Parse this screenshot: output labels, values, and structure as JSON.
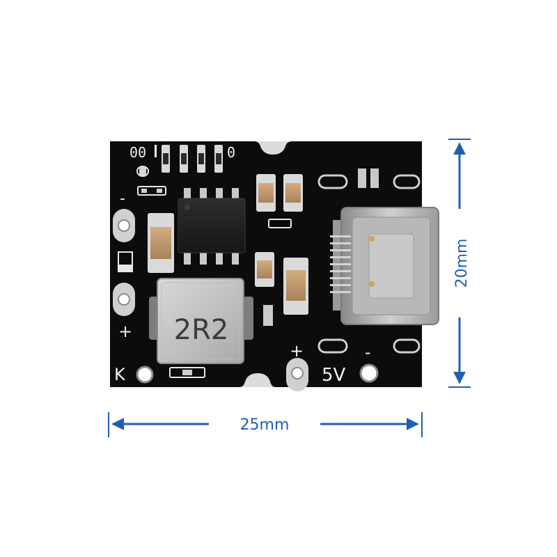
{
  "dimensions": {
    "width_label": "25mm",
    "height_label": "20mm"
  },
  "silkscreen": {
    "led_left": "00",
    "led_right": "0",
    "battery_minus": "-",
    "battery_plus": "+",
    "key_label": "K",
    "output_plus": "+",
    "output_minus": "-",
    "output_voltage": "5V"
  },
  "inductor": {
    "marking": "2R2"
  },
  "colors": {
    "pcb": "#0b0b0b",
    "pad": "#c9c9c9",
    "silk": "#f2f2f2",
    "capacitor_body": "#c8a070",
    "dimension_line": "#1f5fb0"
  }
}
